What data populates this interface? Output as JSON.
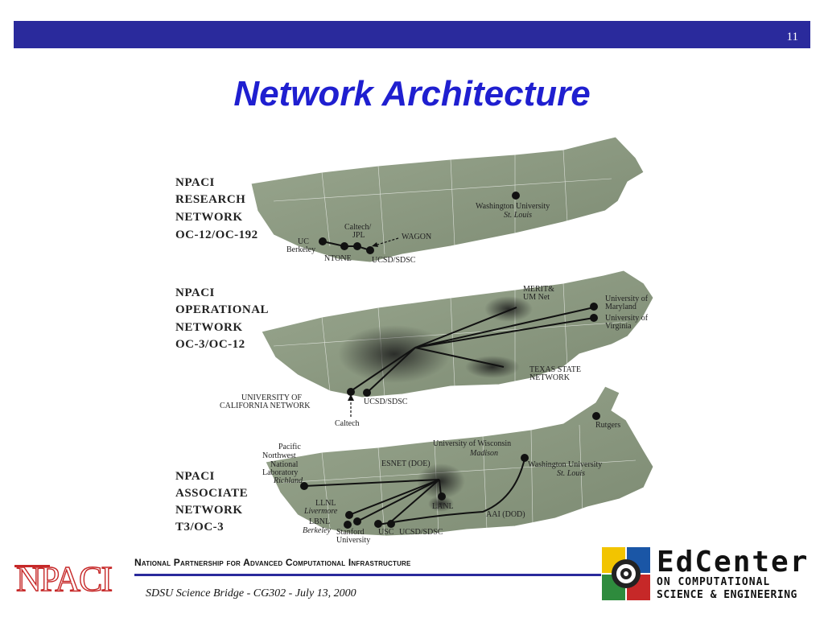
{
  "slide": {
    "number": "11",
    "title": "Network Architecture"
  },
  "footer": {
    "organization": "National Partnership for Advanced Computational Infrastructure",
    "subtitle": "SDSU Science Bridge - CG302 - July 13, 2000",
    "left_logo_text": "NPACI",
    "right_logo": {
      "title": "EdCenter",
      "line1": "ON COMPUTATIONAL",
      "line2": "SCIENCE & ENGINEERING"
    }
  },
  "maps": {
    "research": {
      "label_lines": [
        "NPACI",
        "RESEARCH",
        "NETWORK",
        "OC-12/OC-192"
      ],
      "sites": {
        "washu": "Washington University",
        "washu_city": "St. Louis",
        "caltech_1": "Caltech/",
        "caltech_2": "JPL",
        "ucb_1": "UC",
        "ucb_2": "Berkeley",
        "wagon": "WAGON",
        "ntone": "NTONE",
        "ucsd": "UCSD/SDSC"
      }
    },
    "operational": {
      "label_lines": [
        "NPACI",
        "OPERATIONAL",
        "NETWORK",
        "OC-3/OC-12"
      ],
      "sites": {
        "merit_1": "MERIT&",
        "merit_2": "UM Net",
        "umd_1": "University of",
        "umd_2": "Maryland",
        "uva_1": "University of",
        "uva_2": "Virginia",
        "texas_1": "TEXAS STATE",
        "texas_2": "NETWORK",
        "ucnet_1": "UNIVERSITY OF",
        "ucnet_2": "CALIFORNIA NETWORK",
        "ucsd": "UCSD/SDSC",
        "caltech": "Caltech"
      }
    },
    "associate": {
      "label_lines": [
        "NPACI",
        "ASSOCIATE",
        "NETWORK",
        "T3/OC-3"
      ],
      "sites": {
        "pnnl_1": "Pacific",
        "pnnl_2": "Northwest",
        "pnnl_3": "National",
        "pnnl_4": "Laboratory",
        "pnnl_city": "Richland",
        "uw": "University of Wisconsin",
        "uw_city": "Madison",
        "rutgers": "Rutgers",
        "esnet": "ESNET (DOE)",
        "washu": "Washington University",
        "washu_city": "St. Louis",
        "llnl": "LLNL",
        "llnl_city": "Livermore",
        "lbnl": "LBNL",
        "lbnl_city": "Berkeley",
        "lanl": "LANL",
        "aai": "AAI (DOD)",
        "stanford_1": "Stanford",
        "stanford_2": "University",
        "usc": "USC",
        "ucsd": "UCSD/SDSC"
      }
    }
  },
  "colors": {
    "bar": "#2a2a9c",
    "title": "#1f1fd0",
    "map_fill": "#8c9a82",
    "logo_red": "#c62828"
  }
}
